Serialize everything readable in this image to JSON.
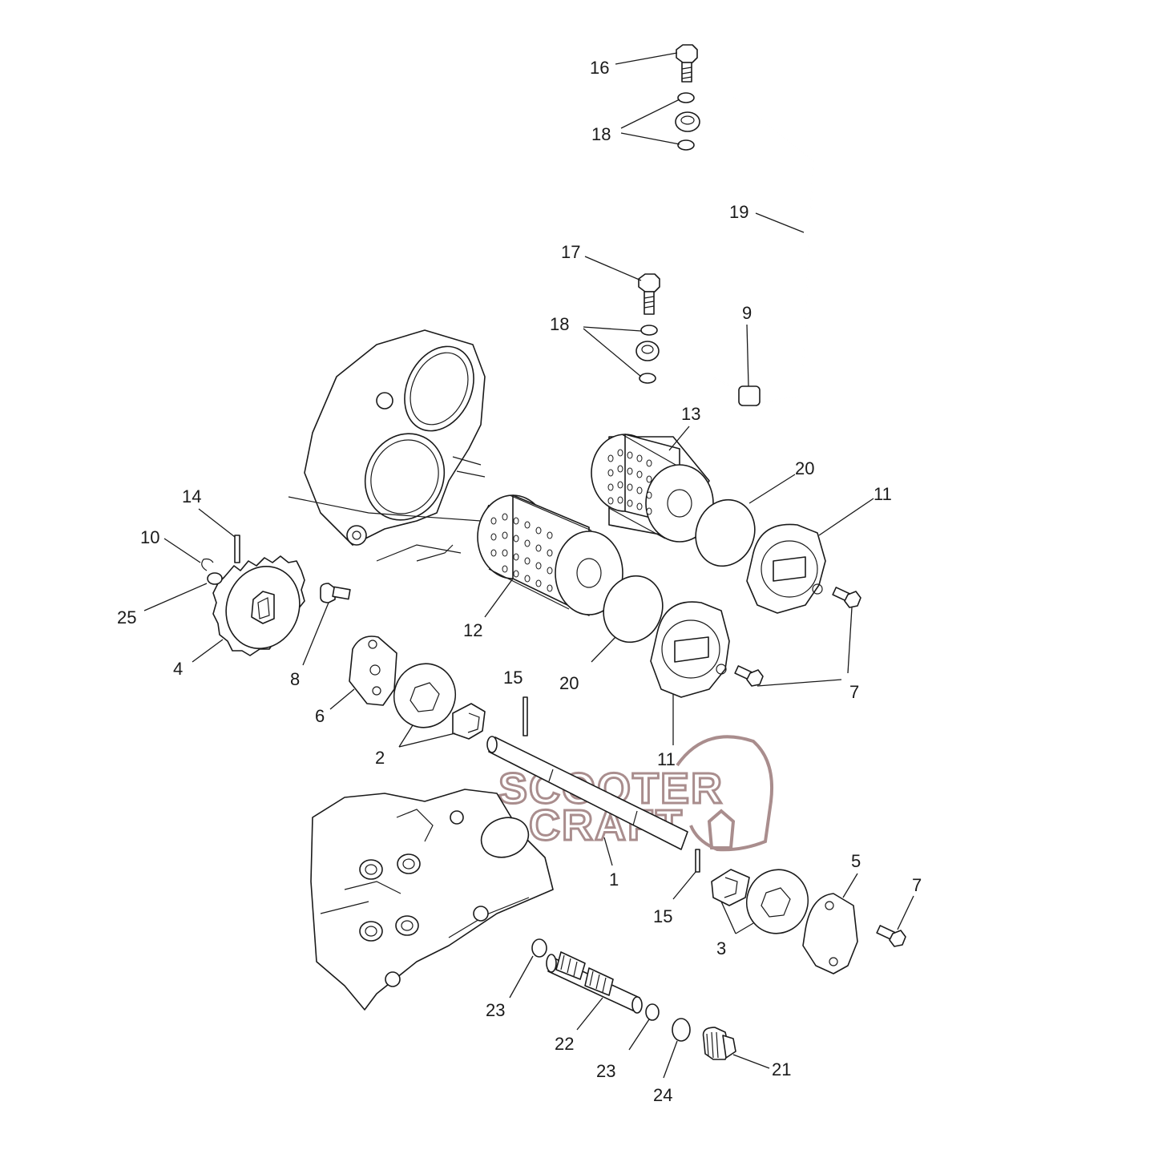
{
  "callouts": {
    "c16": "16",
    "c18a": "18",
    "c19": "19",
    "c17": "17",
    "c18b": "18",
    "c9": "9",
    "c13": "13",
    "c20a": "20",
    "c11a": "11",
    "c14": "14",
    "c10": "10",
    "c25": "25",
    "c4": "4",
    "c8": "8",
    "c12": "12",
    "c20b": "20",
    "c7a": "7",
    "c6": "6",
    "c15a": "15",
    "c2": "2",
    "c11b": "11",
    "c1": "1",
    "c15b": "15",
    "c5": "5",
    "c7b": "7",
    "c3": "3",
    "c23a": "23",
    "c22": "22",
    "c23b": "23",
    "c24": "24",
    "c21": "21"
  },
  "watermark": {
    "line1": "SCOOTER",
    "line2": "CRAFT"
  },
  "colors": {
    "line": "#1a1a1a",
    "watermark": "#9b7a7a",
    "background": "#ffffff"
  }
}
